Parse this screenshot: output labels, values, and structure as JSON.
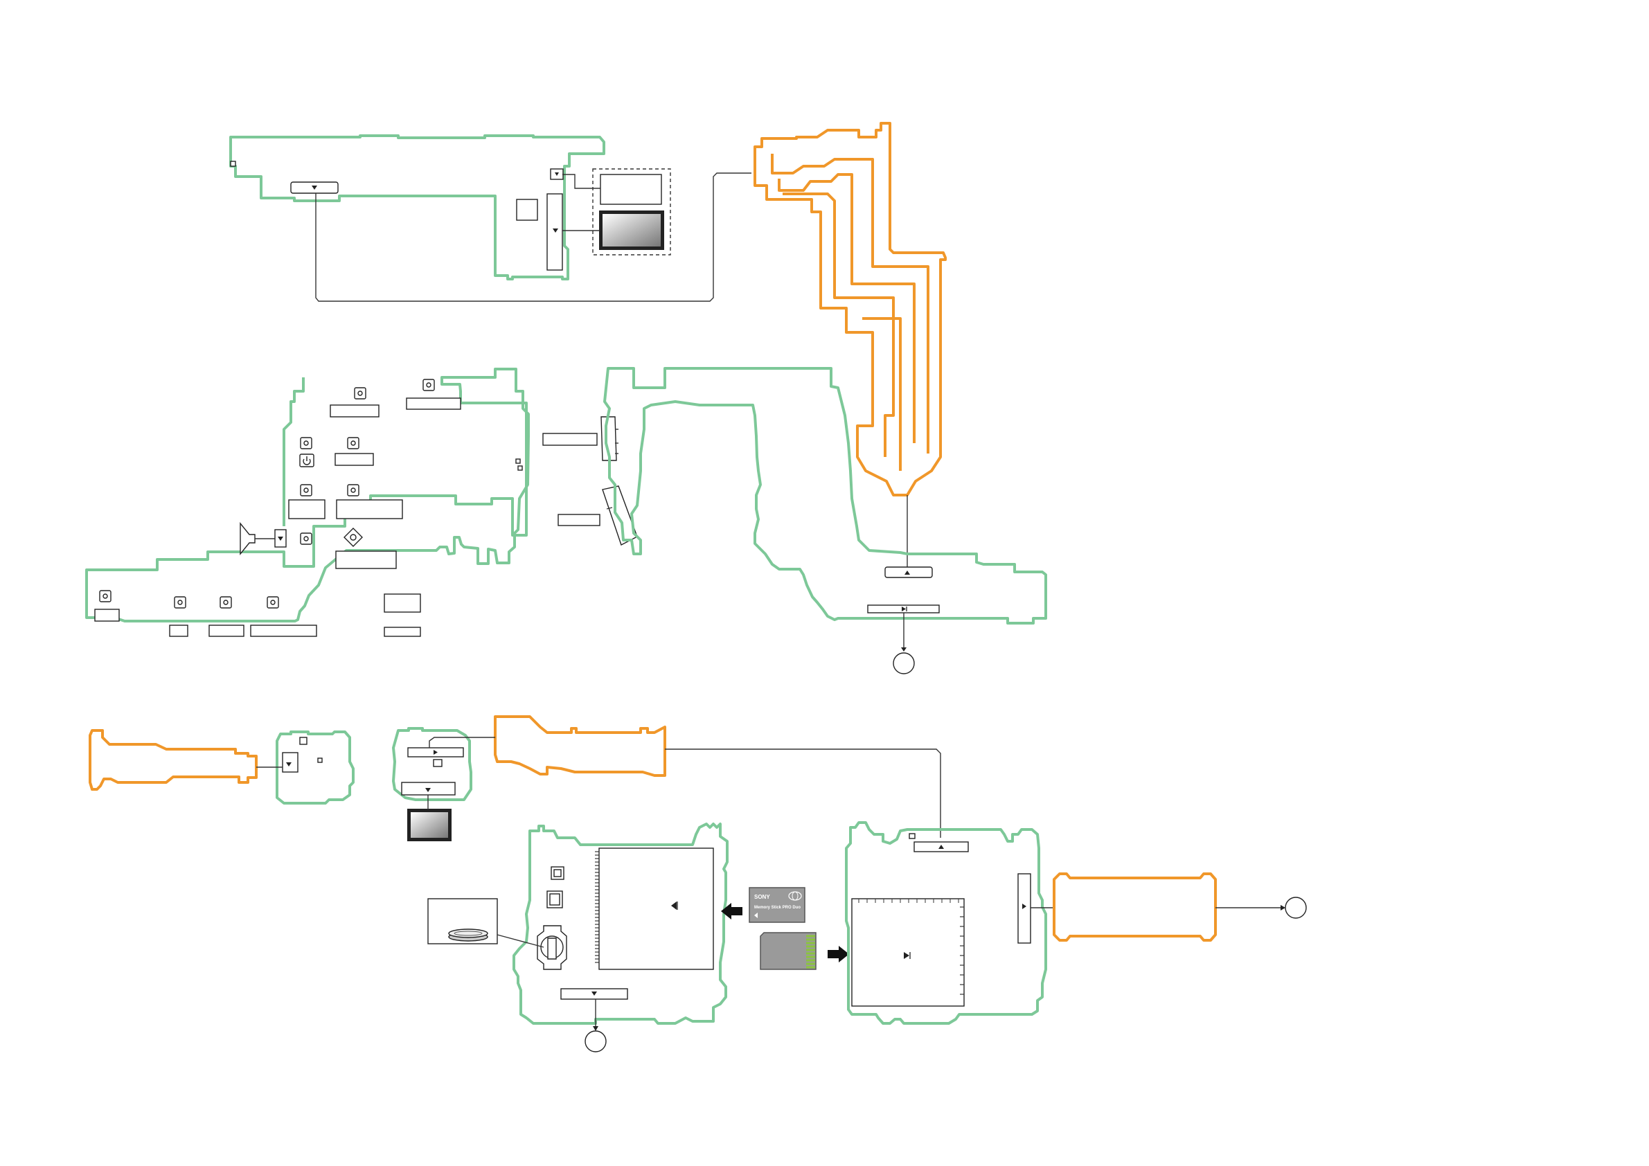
{
  "colors": {
    "pcb_outline": "#7dc898",
    "flex_cable": "#f0972a",
    "wire": "#333333",
    "media_card": "#9a9a9a",
    "card_contacts": "#8bc43f"
  },
  "media": {
    "memory_stick": {
      "brand": "SONY",
      "product": "Memory Stick PRO Duo",
      "logo": "memory-stick-logo"
    },
    "sd_card": {
      "contacts_icon": "gold-contacts"
    }
  },
  "icons": {
    "speaker": "speaker-icon",
    "power": "power-icon",
    "arrow": "arrow-right-icon",
    "connector": "connector-icon",
    "battery": "coin-battery-icon",
    "lcd": "lcd-panel-icon"
  }
}
